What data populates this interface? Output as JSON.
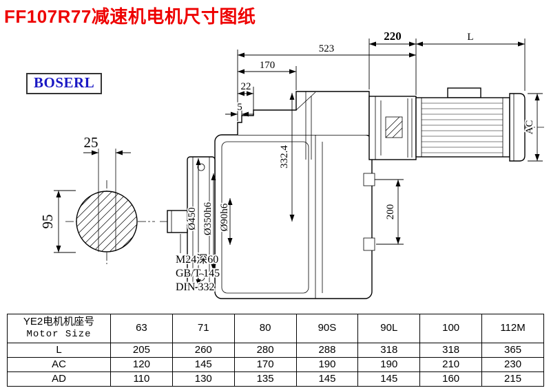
{
  "page": {
    "title": "FF107R77减速机电机尺寸图纸",
    "brand": "BOSERL",
    "title_color": "#ee0000",
    "brand_color": "#1a18c4"
  },
  "drawing": {
    "dims": {
      "d523": "523",
      "d220": "220",
      "dL": "L",
      "d170": "170",
      "d22": "22",
      "d5": "5",
      "d25": "25",
      "d95": "95",
      "d450": "Ø450",
      "d350": "Ø350h6",
      "d90": "Ø90h6",
      "d332": "332.4",
      "d200": "200",
      "dAC": "AC"
    },
    "notes": [
      "M24深60",
      "GB/T 145",
      "DIN 332"
    ]
  },
  "table": {
    "header": {
      "row_label_cn": "YE2电机机座号",
      "row_label_en": "Motor Size",
      "sizes": [
        "63",
        "71",
        "80",
        "90S",
        "90L",
        "100",
        "112M"
      ]
    },
    "rows": [
      {
        "label": "L",
        "values": [
          "205",
          "260",
          "280",
          "288",
          "318",
          "318",
          "365"
        ]
      },
      {
        "label": "AC",
        "values": [
          "120",
          "145",
          "170",
          "190",
          "190",
          "210",
          "230"
        ]
      },
      {
        "label": "AD",
        "values": [
          "110",
          "130",
          "135",
          "145",
          "145",
          "160",
          "215"
        ]
      }
    ]
  }
}
